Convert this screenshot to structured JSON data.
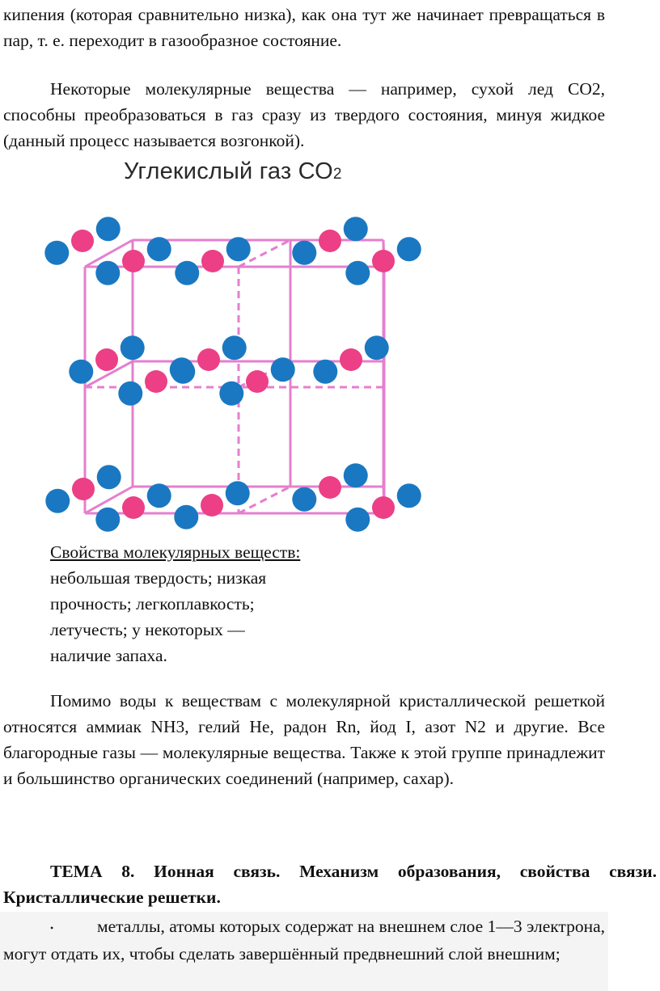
{
  "paragraphs": {
    "p1": "кипения (которая сравнительно низка), как она тут же начинает превращаться в пар, т. е. переходит в газообразное состояние.",
    "p2": "Некоторые молекулярные вещества — например, сухой лед СО2, способны преобразоваться в газ сразу из твердого состояния, минуя жидкое (данный процесс называется возгонкой).",
    "p3": "Помимо воды к веществам с молекулярной кристаллической решеткой относятся аммиак NH3, гелий He, радон Rn, йод I, азот N2 и другие. Все благородные газы — молекулярные вещества. Также к этой группе принадлежит и большинство органических соединений (например, сахар)."
  },
  "figure": {
    "title_main": "Углекислый газ СО",
    "title_sub": "2",
    "colors": {
      "oxygen": "#1a78c2",
      "carbon": "#ec3f86",
      "bond": "#e57fce"
    }
  },
  "props": {
    "heading": "Свойства молекулярных веществ:",
    "text": " небольшая твердость; низкая прочность; легкоплавкость; летучесть; у некоторых — наличие запаха."
  },
  "theme": {
    "title": "ТЕМА 8. Ионная связь. Механизм образования, свойства связи. Кристаллические решетки."
  },
  "list": {
    "bullet": "•",
    "item1": "металлы, атомы которых содержат на внешнем слое 1—3 электрона, могут отдать их, чтобы сделать завершённый предвнешний слой внешним;"
  }
}
